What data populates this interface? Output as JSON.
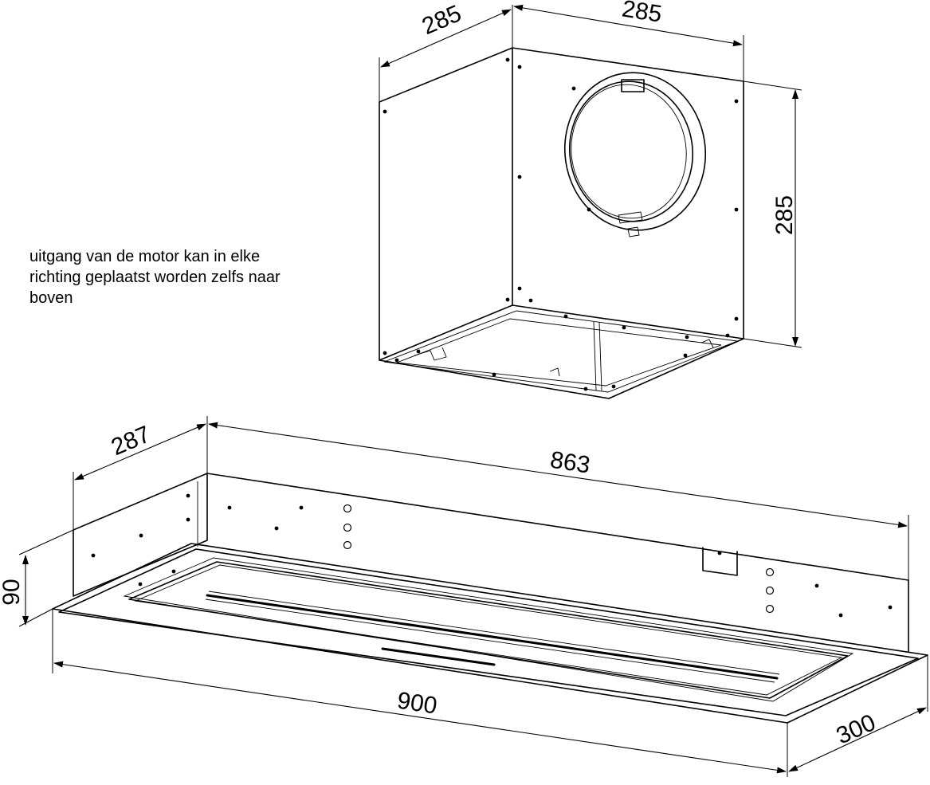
{
  "note": {
    "lines": [
      "uitgang van de motor kan in elke",
      "richting geplaatst worden zelfs naar",
      "boven"
    ]
  },
  "motor_box": {
    "dim_width_left": "285",
    "dim_width_right": "285",
    "dim_height": "285"
  },
  "hood": {
    "dim_depth_top": "287",
    "dim_length_top": "863",
    "dim_height": "90",
    "dim_length_bottom": "900",
    "dim_depth_bottom": "300"
  }
}
